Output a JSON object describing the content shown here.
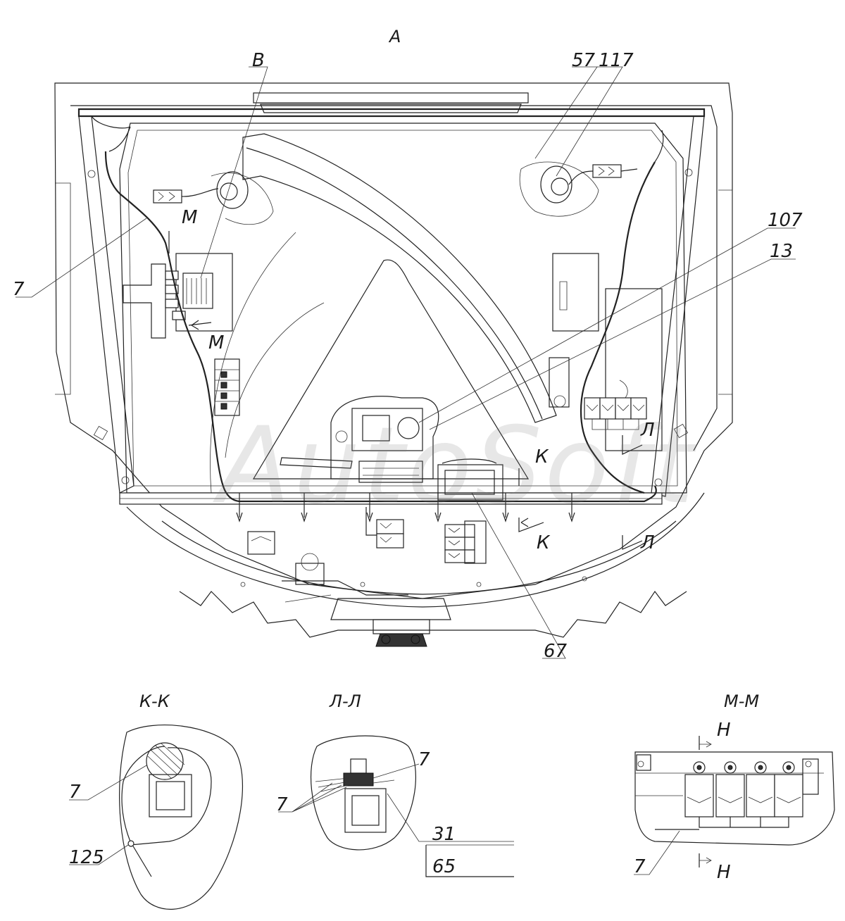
{
  "view_labels": {
    "main_view": "А",
    "section_k": "К-К",
    "section_l": "Л-Л",
    "section_m": "М-М"
  },
  "callouts": {
    "c7_left": "7",
    "c57": "57",
    "c117": "117",
    "c107": "107",
    "c13": "13",
    "c67": "67",
    "cB": "В",
    "m_top": "М",
    "m_bottom": "М",
    "k_upper": "К",
    "k_lower": "К",
    "l_upper": "Л",
    "l_lower": "Л",
    "kk_7": "7",
    "kk_125": "125",
    "ll_7a": "7",
    "ll_7b": "7",
    "ll_31": "31",
    "ll_65": "65",
    "mm_h_top": "Н",
    "mm_h_bottom": "Н",
    "mm_7": "7"
  },
  "watermark": "AutoSoft"
}
